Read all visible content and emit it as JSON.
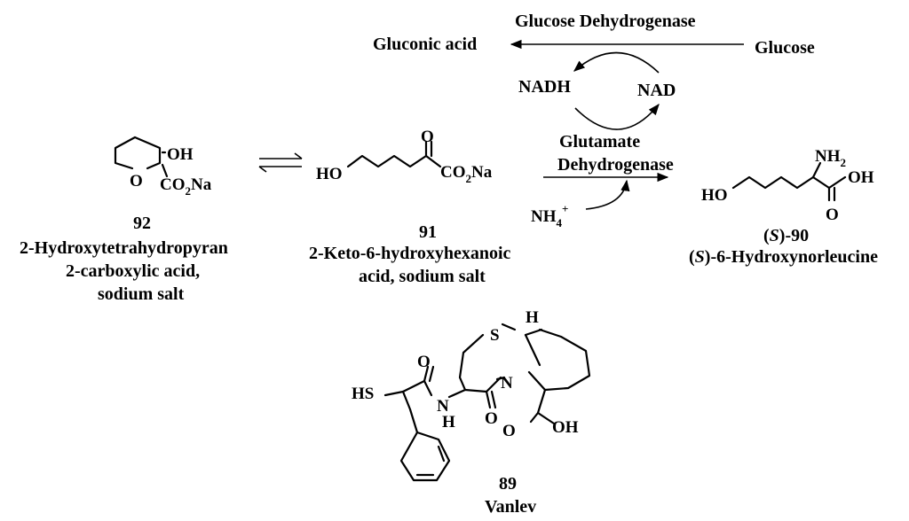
{
  "scheme": {
    "top_enzyme": "Glucose Dehydrogenase",
    "gluconic_acid": "Gluconic acid",
    "glucose": "Glucose",
    "nadh": "NADH",
    "nad": "NAD",
    "enzyme2_line1": "Glutamate",
    "enzyme2_line2": "Dehydrogenase",
    "nh4": "NH",
    "nh4_sub": "4",
    "nh4_sup": "+"
  },
  "compounds": {
    "c92": {
      "number": "92",
      "name_line1": "2-Hydroxytetrahydropyran",
      "name_line2": "2-carboxylic acid,",
      "name_line3": "sodium salt",
      "atom_oh": "OH",
      "atom_o": "O",
      "atom_co": "CO",
      "atom_co_sub": "2",
      "atom_na": "Na"
    },
    "c91": {
      "number": "91",
      "name_line1": "2-Keto-6-hydroxyhexanoic",
      "name_line2": "acid, sodium salt",
      "atom_ho": "HO",
      "atom_o": "O",
      "atom_co": "CO",
      "atom_co_sub": "2",
      "atom_na": "Na"
    },
    "c90": {
      "number_prefix": "(",
      "number_s": "S",
      "number_suffix": ")-90",
      "name_prefix": "(",
      "name_s": "S",
      "name_suffix": ")-6-Hydroxynorleucine",
      "atom_nh": "NH",
      "atom_nh_sub": "2",
      "atom_ho": "HO",
      "atom_oh": "OH",
      "atom_o": "O"
    },
    "c89": {
      "number": "89",
      "name": "Vanlev",
      "atom_s": "S",
      "atom_h_top": "H",
      "atom_n_ring": "N",
      "atom_o_amide": "O",
      "atom_hs": "HS",
      "atom_n_amide": "N",
      "atom_h_amide": "H",
      "atom_o_lactam": "O",
      "atom_o_acid": "O",
      "atom_oh_acid": "OH"
    }
  }
}
